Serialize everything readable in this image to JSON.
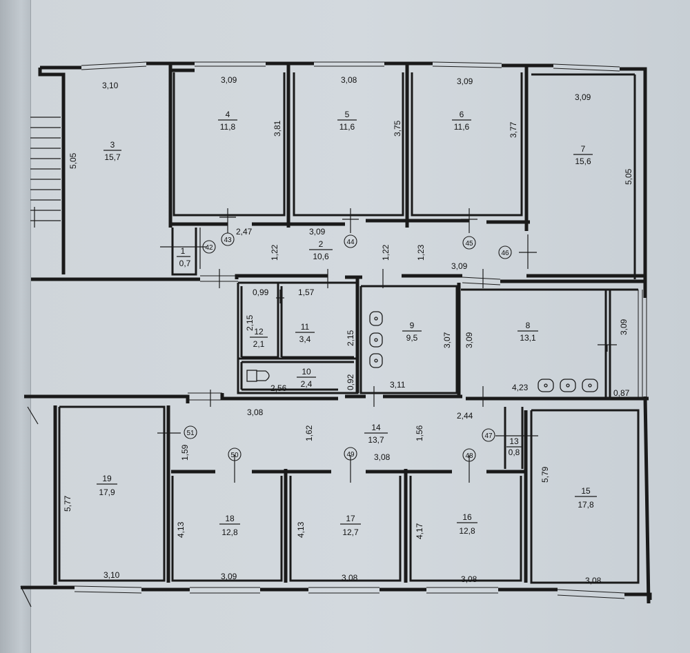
{
  "rooms": [
    {
      "id": "r1",
      "number": "1",
      "area": "0,7"
    },
    {
      "id": "r2",
      "number": "2",
      "area": "10,6"
    },
    {
      "id": "r3",
      "number": "3",
      "area": "15,7"
    },
    {
      "id": "r4",
      "number": "4",
      "area": "11,8"
    },
    {
      "id": "r5",
      "number": "5",
      "area": "11,6"
    },
    {
      "id": "r6",
      "number": "6",
      "area": "11,6"
    },
    {
      "id": "r7",
      "number": "7",
      "area": "15,6"
    },
    {
      "id": "r8",
      "number": "8",
      "area": "13,1"
    },
    {
      "id": "r9",
      "number": "9",
      "area": "9,5"
    },
    {
      "id": "r10",
      "number": "10",
      "area": "2,4"
    },
    {
      "id": "r11",
      "number": "11",
      "area": "3,4"
    },
    {
      "id": "r12",
      "number": "12",
      "area": "2,1"
    },
    {
      "id": "r13",
      "number": "13",
      "area": "0,8"
    },
    {
      "id": "r14",
      "number": "14",
      "area": "13,7"
    },
    {
      "id": "r15",
      "number": "15",
      "area": "17,8"
    },
    {
      "id": "r16",
      "number": "16",
      "area": "12,8"
    },
    {
      "id": "r17",
      "number": "17",
      "area": "12,7"
    },
    {
      "id": "r18",
      "number": "18",
      "area": "12,8"
    },
    {
      "id": "r19",
      "number": "19",
      "area": "17,9"
    }
  ],
  "dimensions": [
    "3,10",
    "3,09",
    "3,08",
    "3,09",
    "3,09",
    "5,05",
    "3,81",
    "3,75",
    "3,77",
    "5,05",
    "2,47",
    "3,09",
    "1,22",
    "1,22",
    "1,23",
    "3,09",
    "0,99",
    "1,57",
    "2,15",
    "2,15",
    "3,07",
    "3,09",
    "3,09",
    "2,56",
    "0,92",
    "3,11",
    "4,23",
    "0,87",
    "3,08",
    "2,44",
    "1,62",
    "1,56",
    "3,08",
    "1,59",
    "5,77",
    "4,13",
    "4,13",
    "4,17",
    "5,79",
    "3,10",
    "3,09",
    "3,08",
    "3,08",
    "3,08"
  ],
  "markers": [
    "42",
    "43",
    "44",
    "45",
    "46",
    "47",
    "48",
    "49",
    "50",
    "51"
  ]
}
